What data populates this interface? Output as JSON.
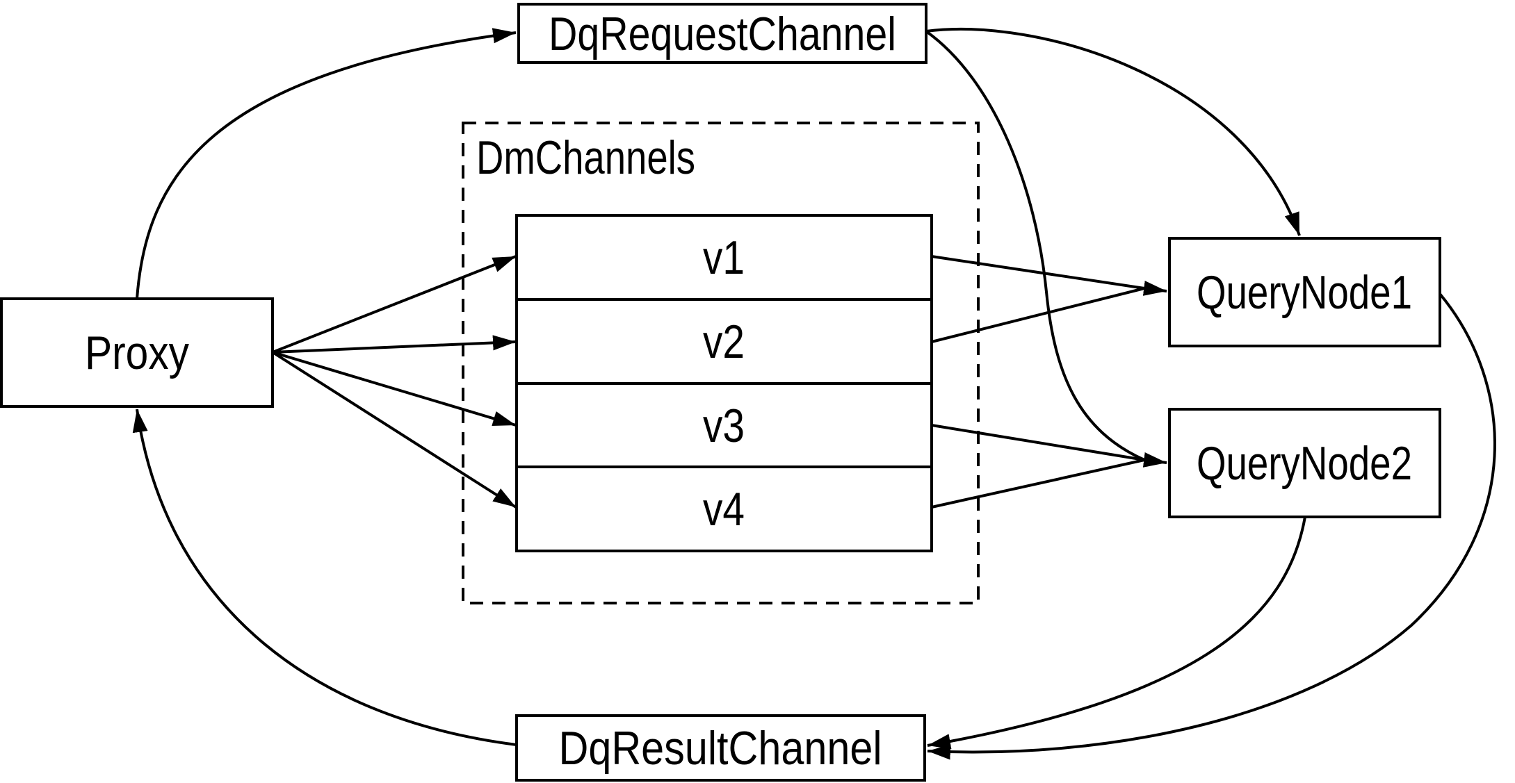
{
  "diagram": {
    "background_color": "#ffffff",
    "stroke_color": "#000000",
    "nodes": {
      "proxy": {
        "label": "Proxy"
      },
      "dq_request_channel": {
        "label": "DqRequestChannel"
      },
      "dm_channels_group": {
        "label": "DmChannels"
      },
      "channels": [
        {
          "label": "v1"
        },
        {
          "label": "v2"
        },
        {
          "label": "v3"
        },
        {
          "label": "v4"
        }
      ],
      "query_node_1": {
        "label": "QueryNode1"
      },
      "query_node_2": {
        "label": "QueryNode2"
      },
      "dq_result_channel": {
        "label": "DqResultChannel"
      }
    }
  }
}
